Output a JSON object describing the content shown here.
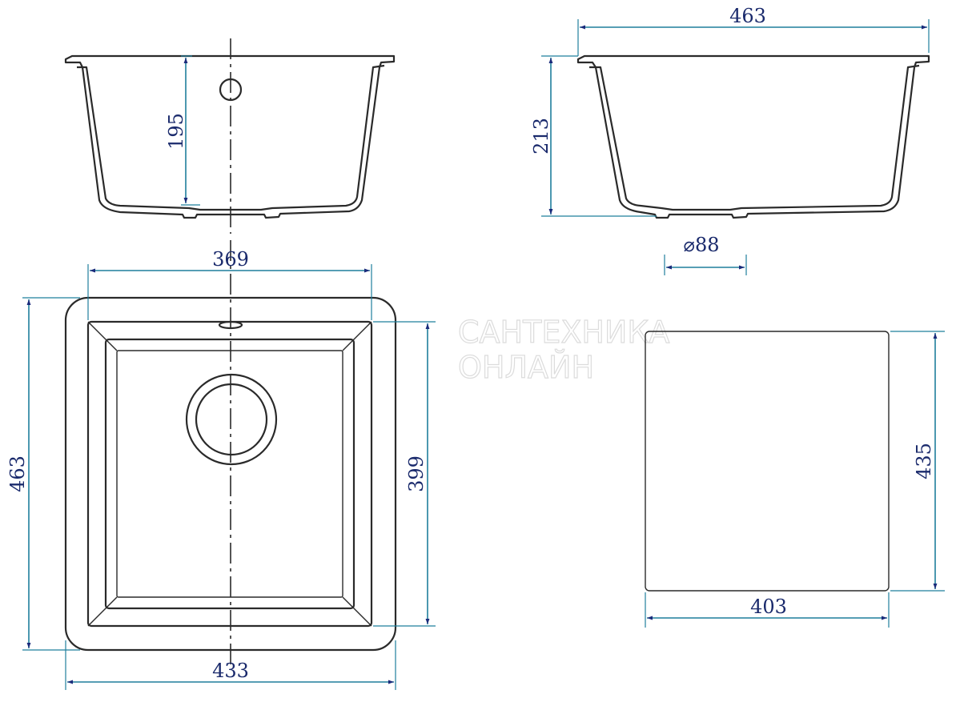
{
  "views": {
    "side_view": {
      "depth_inner": "195"
    },
    "front_view": {
      "width_top": "463",
      "depth_outer": "213",
      "drain_diameter": "⌀88"
    },
    "top_view": {
      "inner_width": "369",
      "outer_height": "463",
      "inner_height": "399",
      "bottom_width": "433"
    },
    "cutout_view": {
      "height": "435",
      "width": "403"
    }
  },
  "watermark": {
    "line1": "САНТЕХНИКА",
    "line2": "ОНЛАЙН"
  },
  "colors": {
    "outline": "#2a2a2a",
    "dimension_line": "#1f7f9c",
    "dimension_text": "#1a2a6c"
  }
}
